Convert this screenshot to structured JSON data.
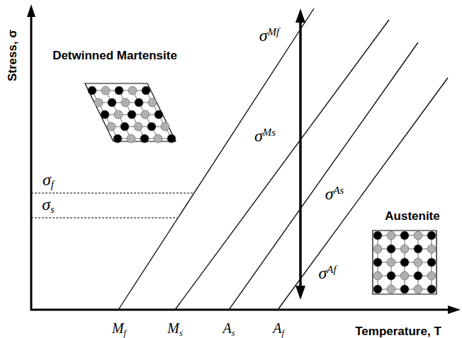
{
  "diagram": {
    "labels": [
      "Stress, σ",
      "Temperature, T",
      "Detwinned Martensite",
      "Austenite",
      "σf",
      "σs",
      "σMf",
      "σMs",
      "σAs",
      "σAf",
      "Mf",
      "Ms",
      "As",
      "Af"
    ]
  }
}
